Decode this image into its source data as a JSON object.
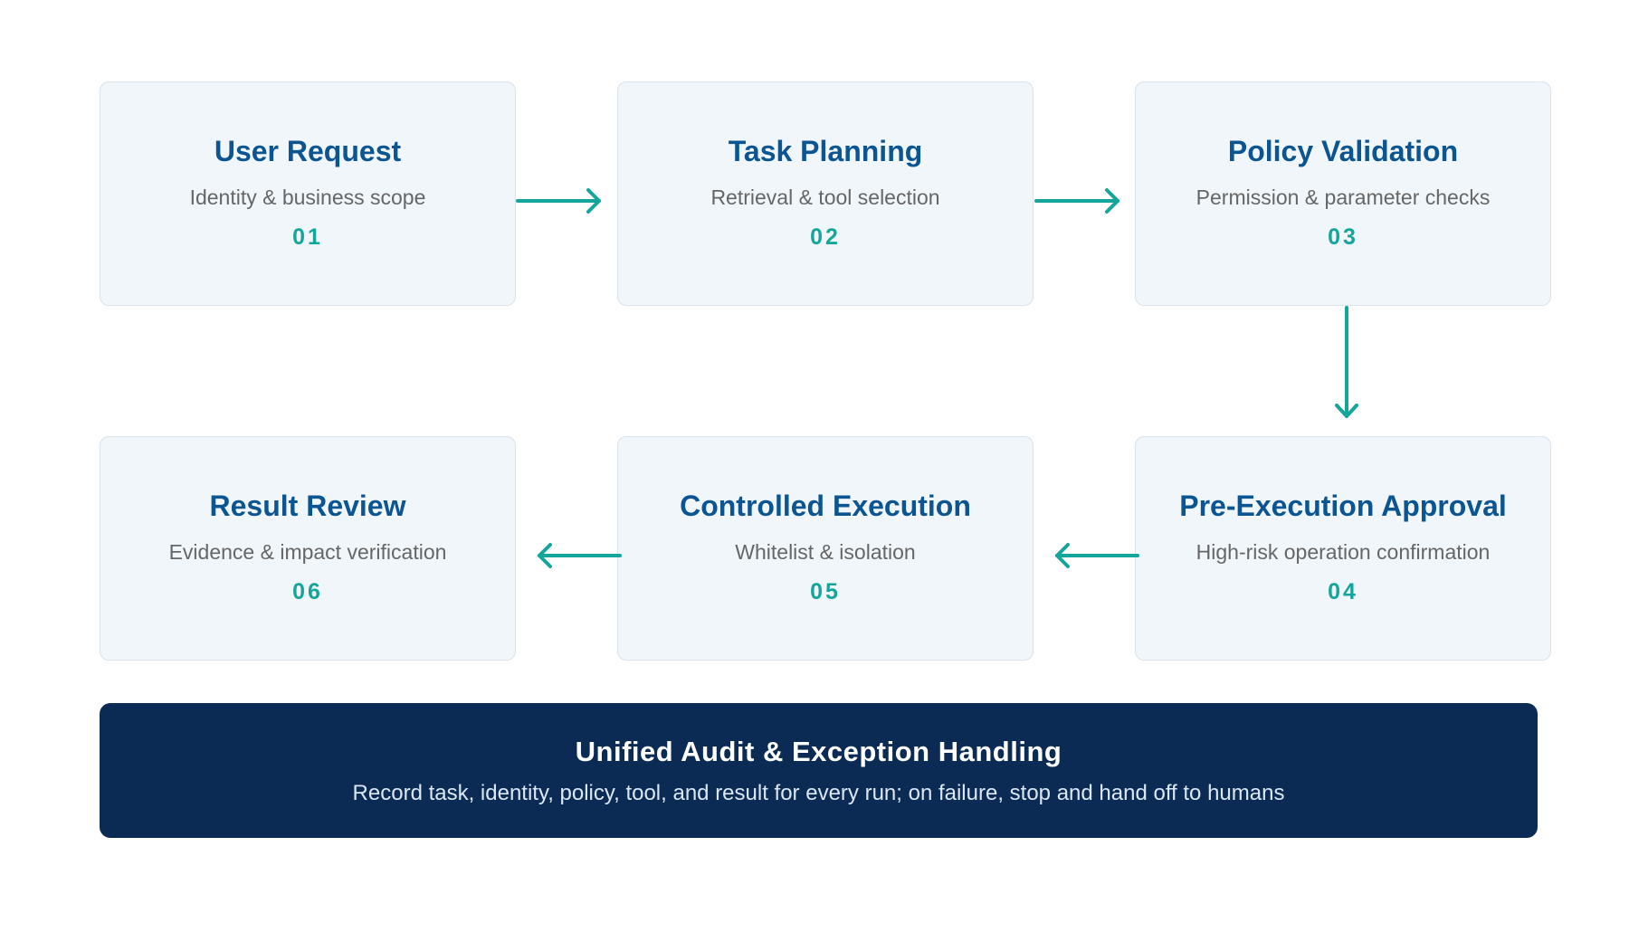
{
  "colors": {
    "card_background": "#f1f6fa",
    "card_border": "#d9e3ec",
    "title": "#0b5592",
    "subtitle": "#666666",
    "step_number": "#14a59b",
    "arrow": "#14a59b",
    "audit_background": "#0b2b55",
    "audit_title": "#ffffff",
    "audit_text": "#dbe7f3"
  },
  "steps": [
    {
      "title": "User Request",
      "subtitle": "Identity & business scope",
      "number": "01"
    },
    {
      "title": "Task Planning",
      "subtitle": "Retrieval & tool selection",
      "number": "02"
    },
    {
      "title": "Policy Validation",
      "subtitle": "Permission & parameter checks",
      "number": "03"
    },
    {
      "title": "Pre-Execution Approval",
      "subtitle": "High-risk operation confirmation",
      "number": "04"
    },
    {
      "title": "Controlled Execution",
      "subtitle": "Whitelist & isolation",
      "number": "05"
    },
    {
      "title": "Result Review",
      "subtitle": "Evidence & impact verification",
      "number": "06"
    }
  ],
  "flow": [
    {
      "from": "01",
      "to": "02",
      "direction": "right"
    },
    {
      "from": "02",
      "to": "03",
      "direction": "right"
    },
    {
      "from": "03",
      "to": "04",
      "direction": "down"
    },
    {
      "from": "04",
      "to": "05",
      "direction": "left"
    },
    {
      "from": "05",
      "to": "06",
      "direction": "left"
    }
  ],
  "audit": {
    "title": "Unified Audit & Exception Handling",
    "description": "Record task, identity, policy, tool, and result for every run; on failure, stop and hand off to humans"
  }
}
